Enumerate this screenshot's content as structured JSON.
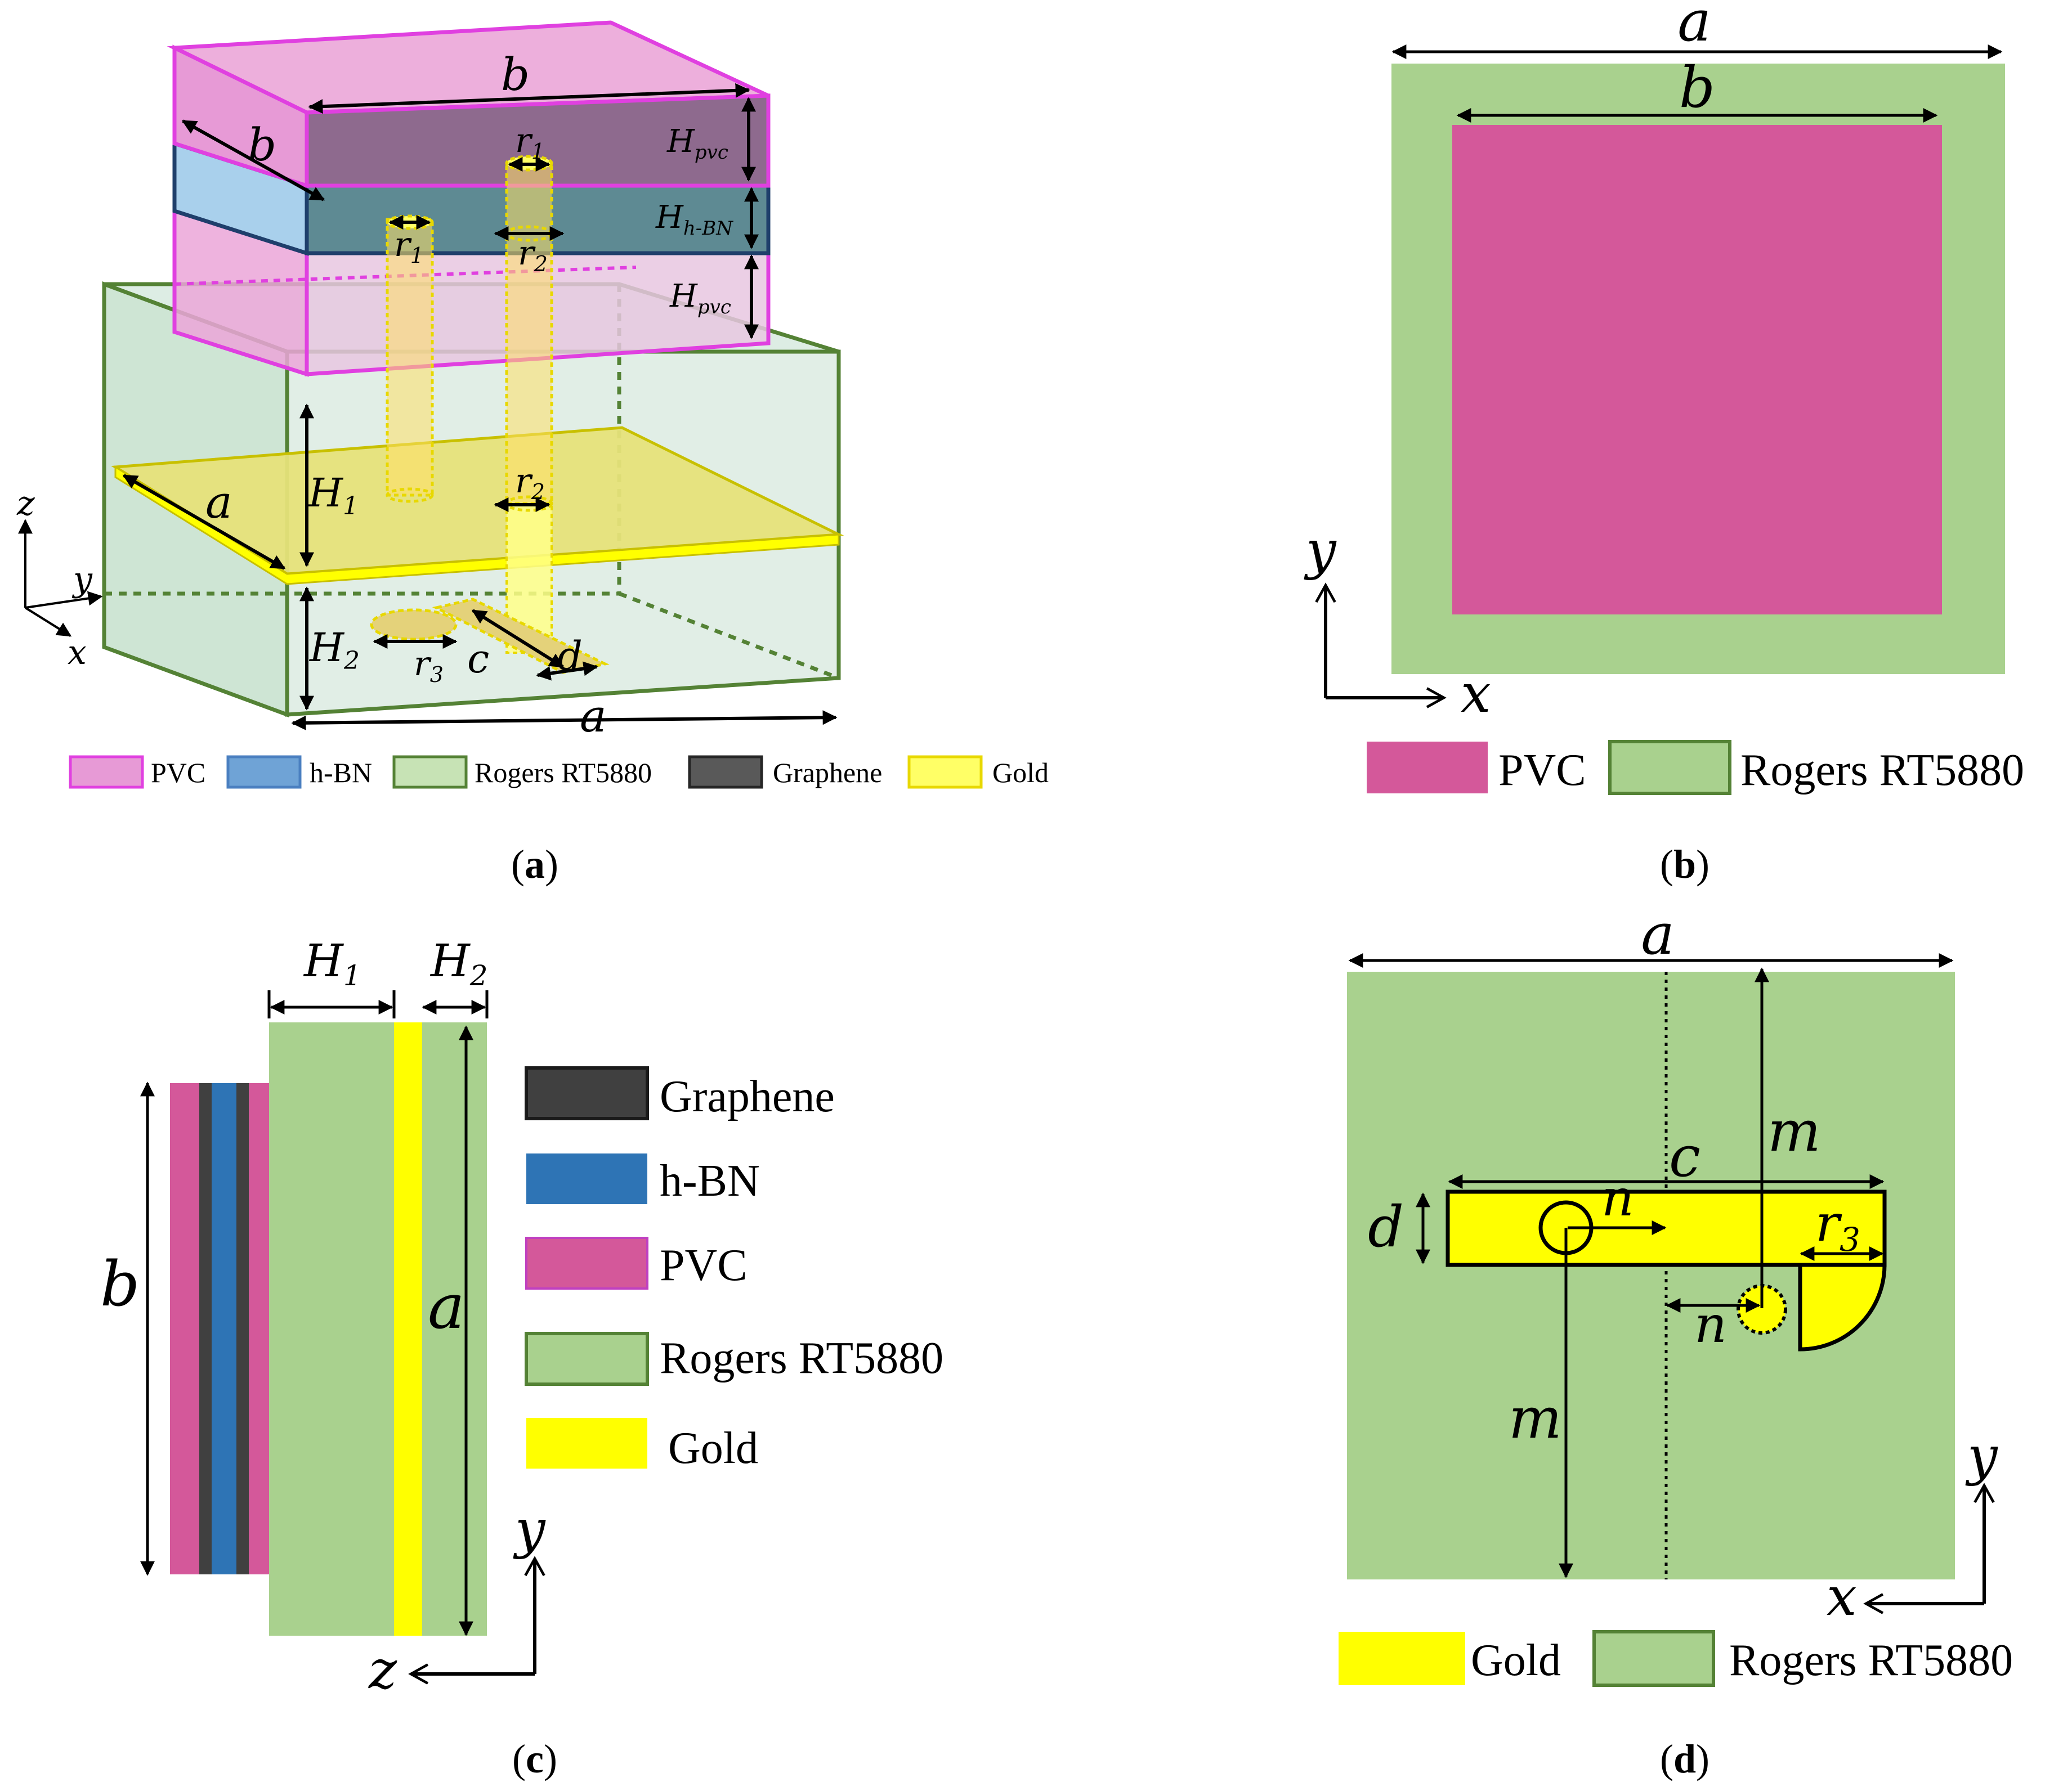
{
  "colors": {
    "pvc_a": "#E79AD6",
    "pvc_edge": "#E040E0",
    "pvc_flat": "#D4589A",
    "hbn_a": "#6FA3D6",
    "hbn_flat": "#2E74B5",
    "hbn_edge": "#1F3F6B",
    "rogers": "#A9D18E",
    "rogers_light": "#DDEDE4",
    "rogers_edge": "#548235",
    "graphene": "#404040",
    "gold": "#FFFF00",
    "gold_dotted": "#E8D800"
  },
  "panel_a": {
    "caption": "(a)",
    "labels": {
      "b_top": "b",
      "b_side": "b",
      "r1_top": "r1",
      "H_pvc_top": "Hpvc",
      "r1": "r1",
      "r2_mid": "r2",
      "H_hbn": "Hh-BN",
      "H_pvc_bottom": "Hpvc",
      "H1": "H1",
      "a_side": "a",
      "r2_low": "r2",
      "H2": "H2",
      "r3": "r3",
      "c": "c",
      "d": "d",
      "a_bottom": "a",
      "axis_z": "z",
      "axis_y": "y",
      "axis_x": "x"
    },
    "legend": [
      {
        "label": "PVC",
        "color": "#E79AD6",
        "edge": "#E040E0"
      },
      {
        "label": "h-BN",
        "color": "#6FA3D6",
        "edge": "#4A7FC0"
      },
      {
        "label": "Rogers RT5880",
        "color": "#C7E3B5",
        "edge": "#548235"
      },
      {
        "label": "Graphene",
        "color": "#595959",
        "edge": "#262626"
      },
      {
        "label": "Gold",
        "color": "#FFFF66",
        "edge": "#E8D800"
      }
    ]
  },
  "panel_b": {
    "caption": "(b)",
    "labels": {
      "a": "a",
      "b": "b",
      "axis_y": "y",
      "axis_x": "x"
    },
    "legend": [
      {
        "label": "PVC",
        "color": "#D4589A",
        "edge": "#D4589A"
      },
      {
        "label": "Rogers RT5880",
        "color": "#A9D18E",
        "edge": "#548235"
      }
    ]
  },
  "panel_c": {
    "caption": "(c)",
    "labels": {
      "H1": "H1",
      "H2": "H2",
      "b": "b",
      "a": "a",
      "axis_y": "y",
      "axis_z": "z"
    },
    "legend": [
      {
        "label": "Graphene",
        "color": "#404040",
        "edge": "#1a1a1a"
      },
      {
        "label": "h-BN",
        "color": "#2E74B5",
        "edge": "#2E74B5"
      },
      {
        "label": "PVC",
        "color": "#D4589A",
        "edge": "#C040C0"
      },
      {
        "label": "Rogers RT5880",
        "color": "#A9D18E",
        "edge": "#548235"
      },
      {
        "label": "Gold",
        "color": "#FFFF00",
        "edge": "#FFFF00"
      }
    ]
  },
  "panel_d": {
    "caption": "(d)",
    "labels": {
      "a": "a",
      "m_top": "m",
      "c": "c",
      "n_top": "n",
      "d": "d",
      "r3": "r3",
      "n_low": "n",
      "m_low": "m",
      "axis_y": "y",
      "axis_x": "x"
    },
    "legend": [
      {
        "label": "Gold",
        "color": "#FFFF00",
        "edge": "#FFFF00"
      },
      {
        "label": "Rogers RT5880",
        "color": "#A9D18E",
        "edge": "#548235"
      }
    ]
  }
}
